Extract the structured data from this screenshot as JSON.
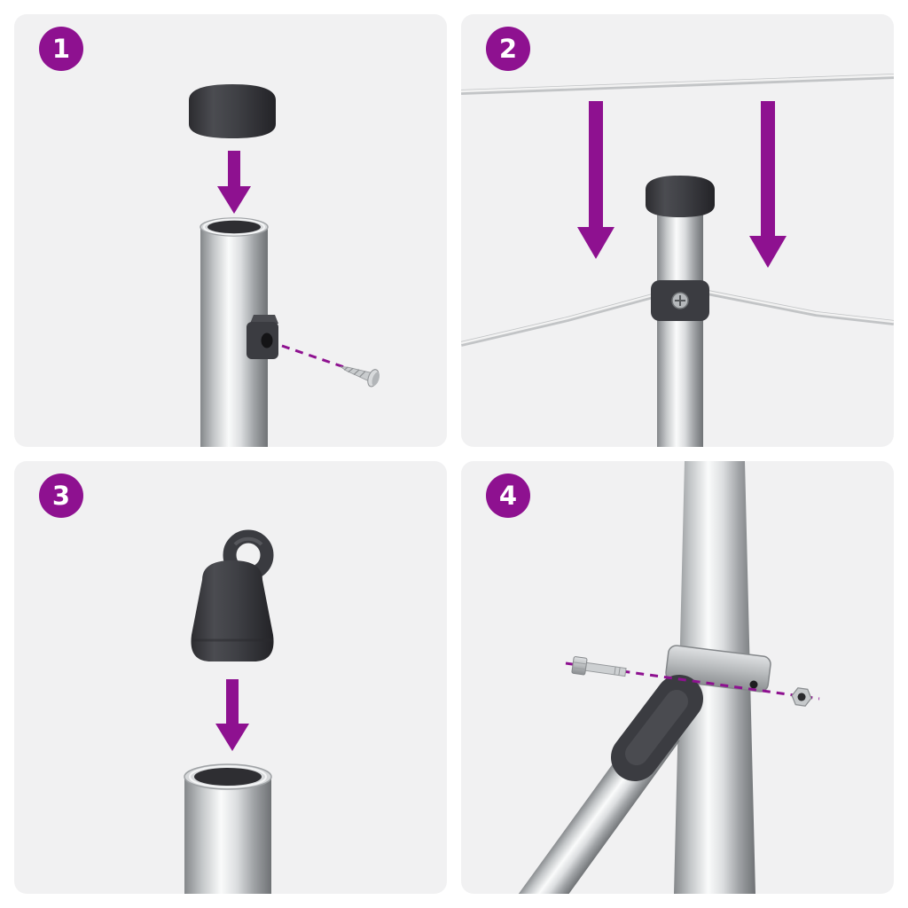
{
  "document": {
    "type": "assembly-instruction-sheet",
    "steps_total": 4
  },
  "colors": {
    "accent": "#8e1190",
    "panel-bg": "#f1f1f2",
    "page-bg": "#ffffff",
    "part-dark": "#3b3c41",
    "metal-light": "#fafbfb",
    "metal-dark": "#6f7275",
    "wire-gray": "#c2c4c6",
    "badge-text": "#ffffff"
  },
  "steps": [
    {
      "number": "1",
      "parts": [
        "post-cap",
        "down-arrow",
        "post",
        "wire-bracket",
        "screw",
        "guide-line"
      ]
    },
    {
      "number": "2",
      "parts": [
        "upper-tension-wire",
        "down-arrow-left",
        "down-arrow-right",
        "post-cap",
        "post",
        "wire-clamp",
        "lower-tension-wire"
      ]
    },
    {
      "number": "3",
      "parts": [
        "eyelet-cap",
        "down-arrow",
        "post"
      ]
    },
    {
      "number": "4",
      "parts": [
        "post",
        "clamp-band",
        "brace-post",
        "brace-connector",
        "bolt",
        "nut",
        "guide-line"
      ]
    }
  ]
}
